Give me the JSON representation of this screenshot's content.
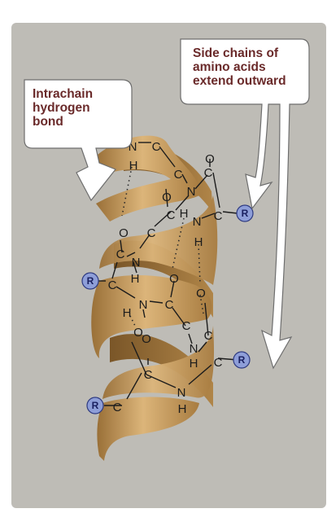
{
  "labels": {
    "hydrogen_bond": [
      "Intrachain",
      "hydrogen",
      "bond"
    ],
    "side_chains": [
      "Side chains of",
      "amino acids",
      "extend outward"
    ]
  },
  "atoms": {
    "N": "N",
    "C": "C",
    "O": "O",
    "H": "H",
    "R": "R"
  },
  "colors": {
    "background": "#bebcb6",
    "ribbon": "#c7a060",
    "ribbon_dark": "#8e6a36",
    "label_text": "#6a2a2a",
    "r_group_fill": "#8e9ed8",
    "arrow_fill": "#ffffff"
  }
}
